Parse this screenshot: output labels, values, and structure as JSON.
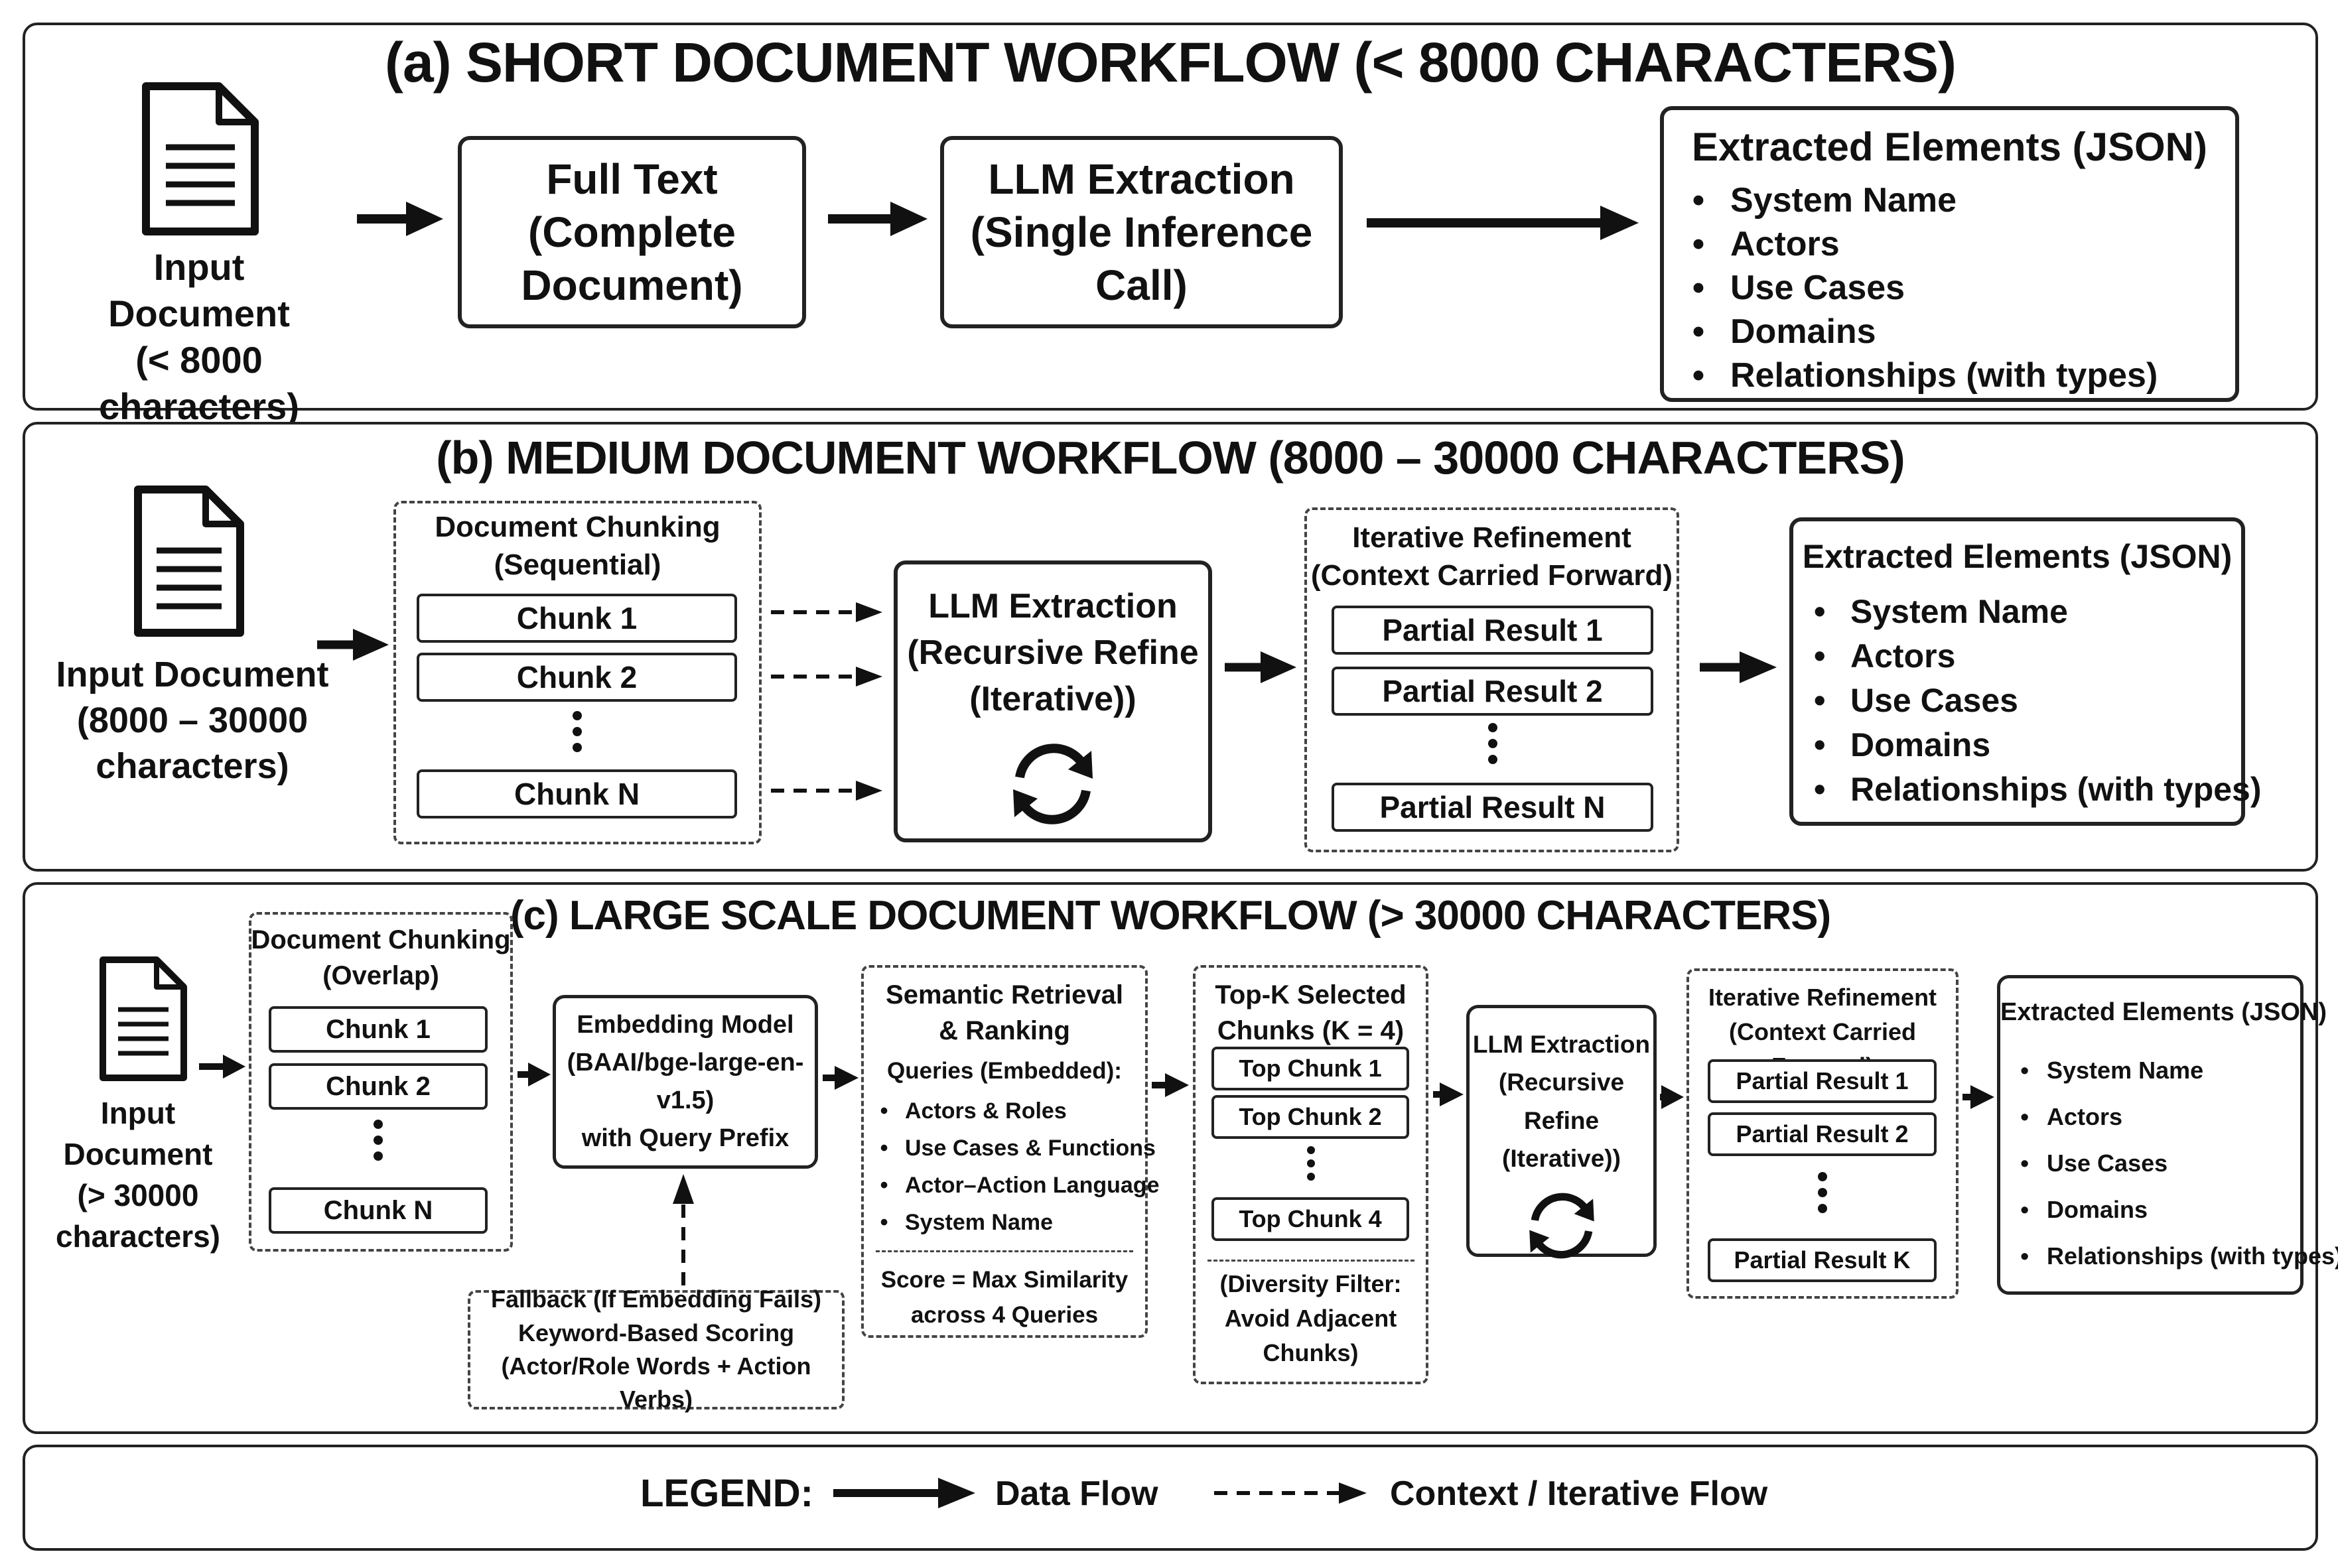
{
  "panel_a": {
    "title": "(a) SHORT DOCUMENT WORKFLOW (< 8000 CHARACTERS)",
    "input_label": "Input Document\n(< 8000\ncharacters)",
    "full_text": "Full Text\n(Complete\nDocument)",
    "llm": "LLM Extraction\n(Single Inference\nCall)",
    "output_title": "Extracted Elements (JSON)",
    "output_items": [
      "System Name",
      "Actors",
      "Use Cases",
      "Domains",
      "Relationships (with types)"
    ]
  },
  "panel_b": {
    "title": "(b) MEDIUM DOCUMENT WORKFLOW (8000 – 30000 CHARACTERS)",
    "input_label": "Input Document\n(8000 – 30000\ncharacters)",
    "chunking_title": "Document Chunking\n(Sequential)",
    "chunks": [
      "Chunk 1",
      "Chunk 2",
      "Chunk N"
    ],
    "llm": "LLM Extraction\n(Recursive Refine\n(Iterative))",
    "refine_title": "Iterative Refinement\n(Context Carried Forward)",
    "partials": [
      "Partial Result 1",
      "Partial Result 2",
      "Partial Result N"
    ],
    "output_title": "Extracted Elements (JSON)",
    "output_items": [
      "System Name",
      "Actors",
      "Use Cases",
      "Domains",
      "Relationships (with types)"
    ]
  },
  "panel_c": {
    "title": "(c) LARGE SCALE DOCUMENT WORKFLOW (> 30000 CHARACTERS)",
    "input_label": "Input Document\n(> 30000\ncharacters)",
    "chunking_title": "Document Chunking\n(Overlap)",
    "chunks": [
      "Chunk 1",
      "Chunk 2",
      "Chunk N"
    ],
    "embedding": "Embedding Model\n(BAAI/bge-large-en-v1.5)\nwith Query Prefix",
    "fallback": "Fallback (If Embedding Fails)\nKeyword-Based Scoring\n(Actor/Role Words + Action Verbs)",
    "retrieval_title": "Semantic Retrieval\n& Ranking",
    "queries_title": "Queries (Embedded):",
    "queries": [
      "Actors & Roles",
      "Use Cases & Functions",
      "Actor–Action Language",
      "System Name"
    ],
    "score": "Score = Max Similarity\nacross 4 Queries",
    "topk_title": "Top-K Selected\nChunks (K = 4)",
    "topk": [
      "Top Chunk 1",
      "Top Chunk 2",
      "Top Chunk 4"
    ],
    "diversity": "(Diversity Filter:\nAvoid Adjacent\nChunks)",
    "llm": "LLM Extraction\n(Recursive Refine\n(Iterative))",
    "refine_title": "Iterative Refinement\n(Context Carried Forward)",
    "partials": [
      "Partial Result 1",
      "Partial Result 2",
      "Partial Result K"
    ],
    "output_title": "Extracted Elements (JSON)",
    "output_items": [
      "System Name",
      "Actors",
      "Use Cases",
      "Domains",
      "Relationships (with types)"
    ]
  },
  "legend": {
    "title": "LEGEND:",
    "data_flow": "Data Flow",
    "context_flow": "Context / Iterative Flow"
  }
}
